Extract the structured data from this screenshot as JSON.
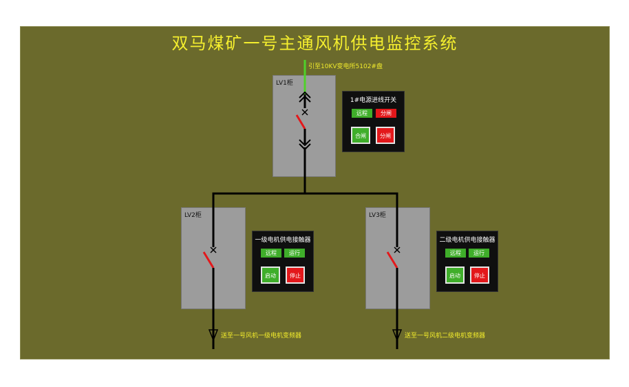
{
  "title": "双马煤矿一号主通风机供电监控系统",
  "source_label": "引至10KV变电所5102#盘",
  "cabinets": {
    "lv1": "LV1柜",
    "lv2": "LV2柜",
    "lv3": "LV3柜"
  },
  "panels": {
    "incoming": {
      "title": "1#电源进线开关",
      "ind_remote": "远程",
      "ind_state": "分闸",
      "btn_close": "合闸",
      "btn_open": "分闸"
    },
    "motor1": {
      "title": "一级电机供电接触器",
      "ind_remote": "远程",
      "ind_state": "运行",
      "btn_start": "启动",
      "btn_stop": "停止"
    },
    "motor2": {
      "title": "二级电机供电接触器",
      "ind_remote": "远程",
      "ind_state": "运行",
      "btn_start": "启动",
      "btn_stop": "停止"
    }
  },
  "outputs": {
    "out1": "送至一号风机一级电机变频器",
    "out2": "送至一号风机二级电机变频器"
  },
  "colors": {
    "background": "#6b6a2c",
    "title": "#f5ef2e",
    "incoming_line": "#4fd12a",
    "bus": "#000000",
    "switch_blade": "#e3181b",
    "cabinet": "#9c9c9c"
  }
}
